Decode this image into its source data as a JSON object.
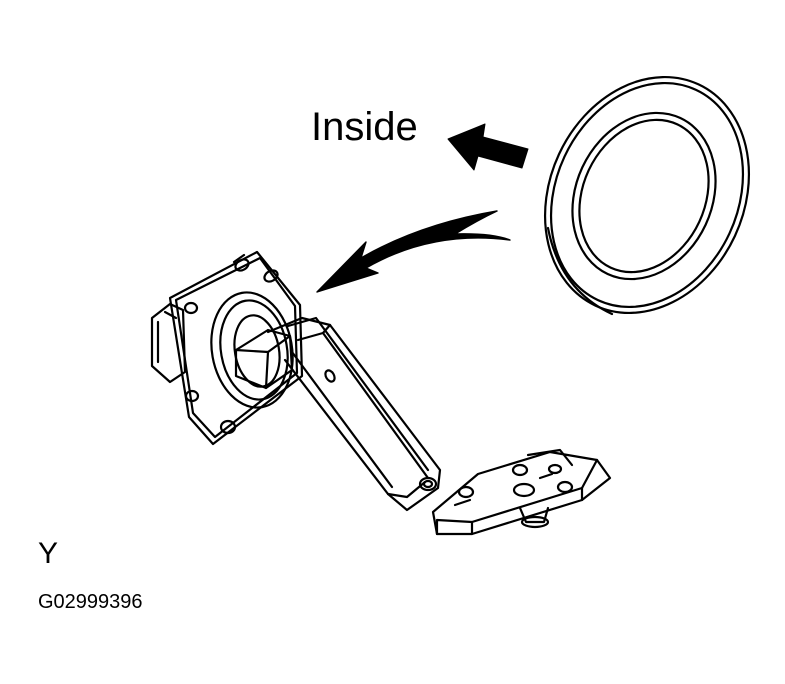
{
  "labels": {
    "inside": "Inside",
    "view_letter": "Y",
    "figure_code": "G02999396"
  },
  "colors": {
    "ink": "#000000",
    "paper": "#ffffff"
  }
}
